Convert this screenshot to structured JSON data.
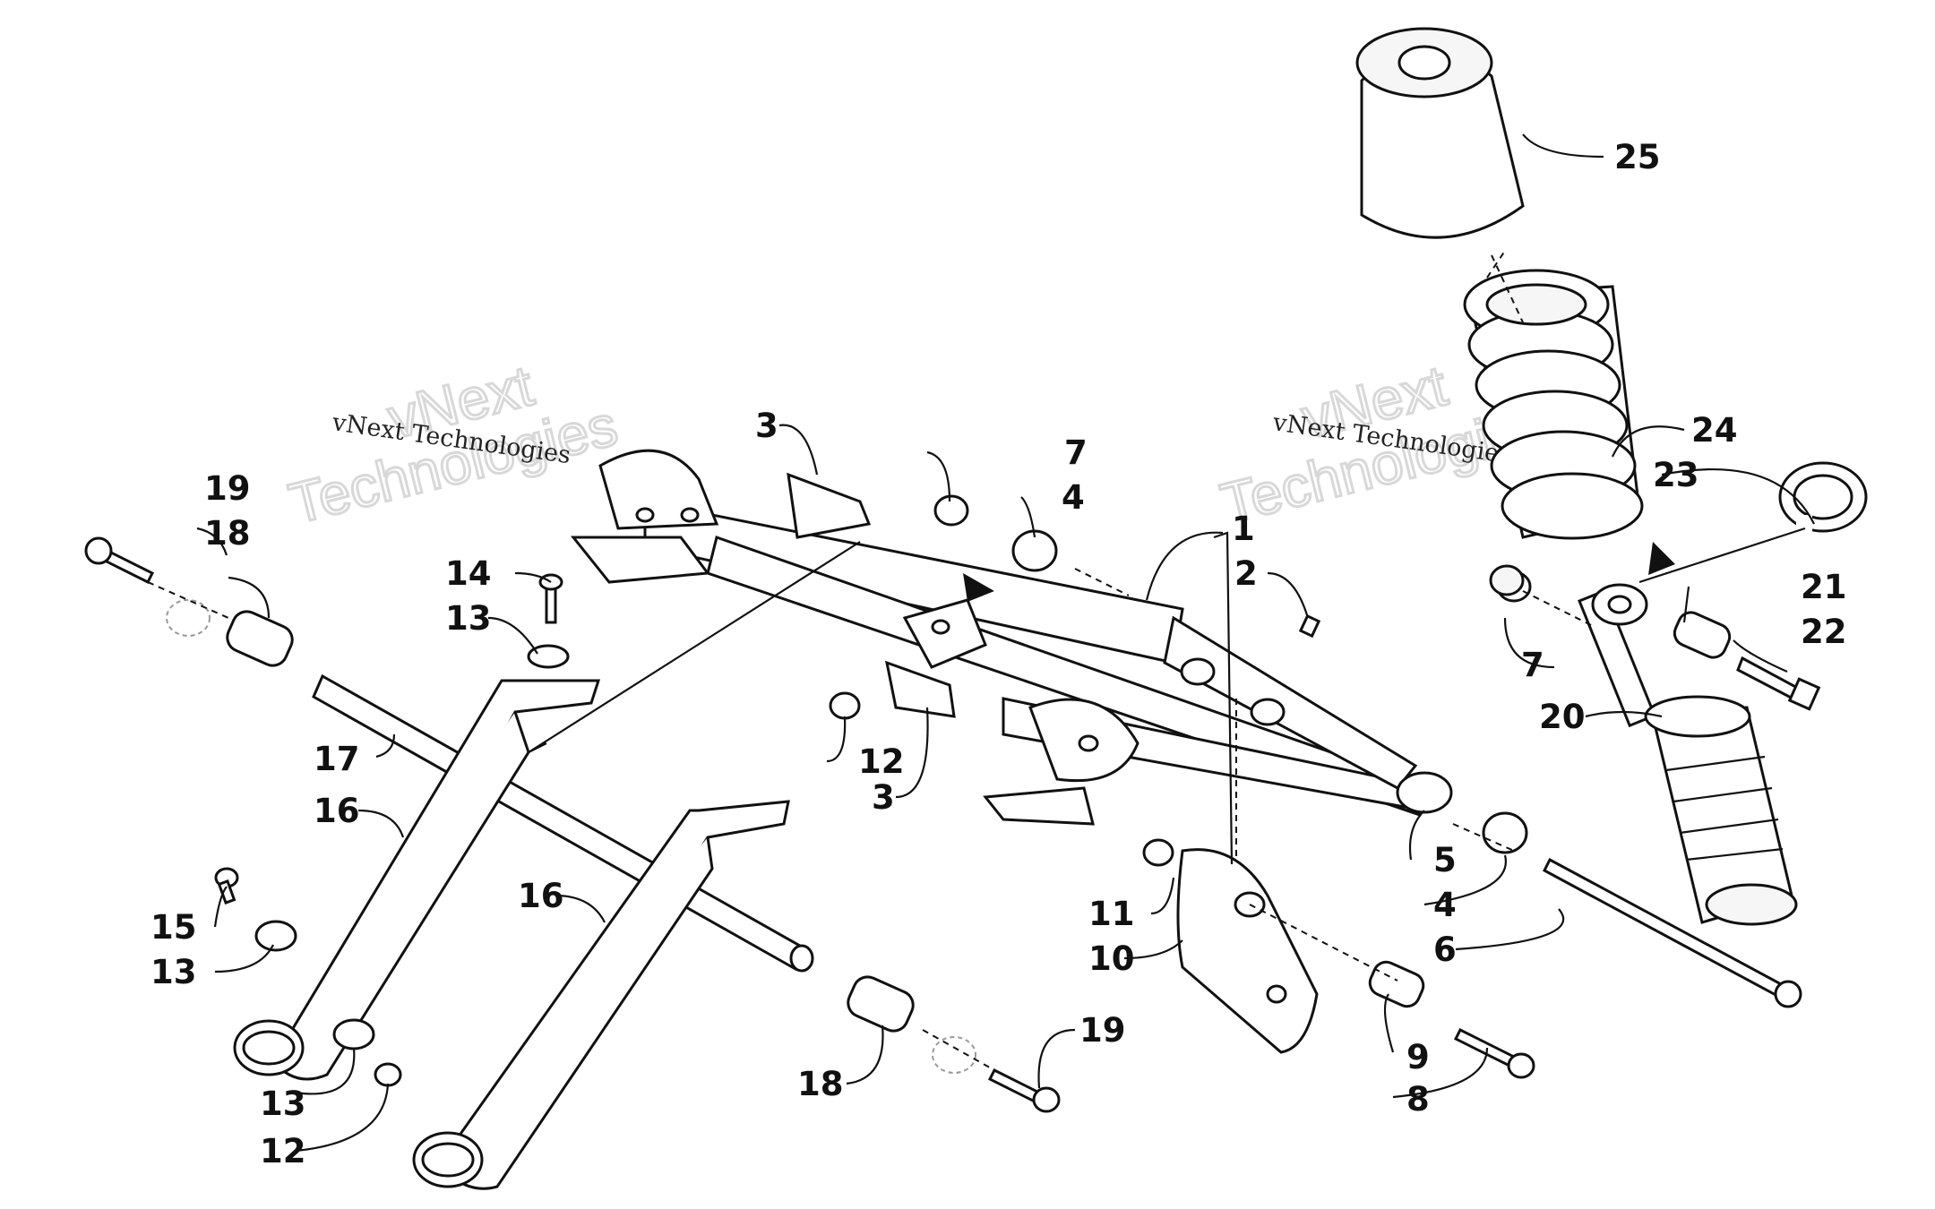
{
  "diagram": {
    "watermark_text_lines": [
      "vNext Technologies",
      "vNext Technologies"
    ],
    "watermark_outline_top": "vNext",
    "watermark_outline_bottom": "Technologies",
    "callouts": {
      "c1": "1",
      "c2": "2",
      "c3a": "3",
      "c3b": "3",
      "c4a": "4",
      "c4b": "4",
      "c5": "5",
      "c6": "6",
      "c7a": "7",
      "c7b": "7",
      "c8": "8",
      "c9": "9",
      "c10": "10",
      "c11": "11",
      "c12a": "12",
      "c12b": "12",
      "c13a": "13",
      "c13b": "13",
      "c13c": "13",
      "c14": "14",
      "c15": "15",
      "c16a": "16",
      "c16b": "16",
      "c17": "17",
      "c18a": "18",
      "c18b": "18",
      "c19a": "19",
      "c19b": "19",
      "c20": "20",
      "c21": "21",
      "c22": "22",
      "c23": "23",
      "c24": "24",
      "c25": "25"
    }
  }
}
